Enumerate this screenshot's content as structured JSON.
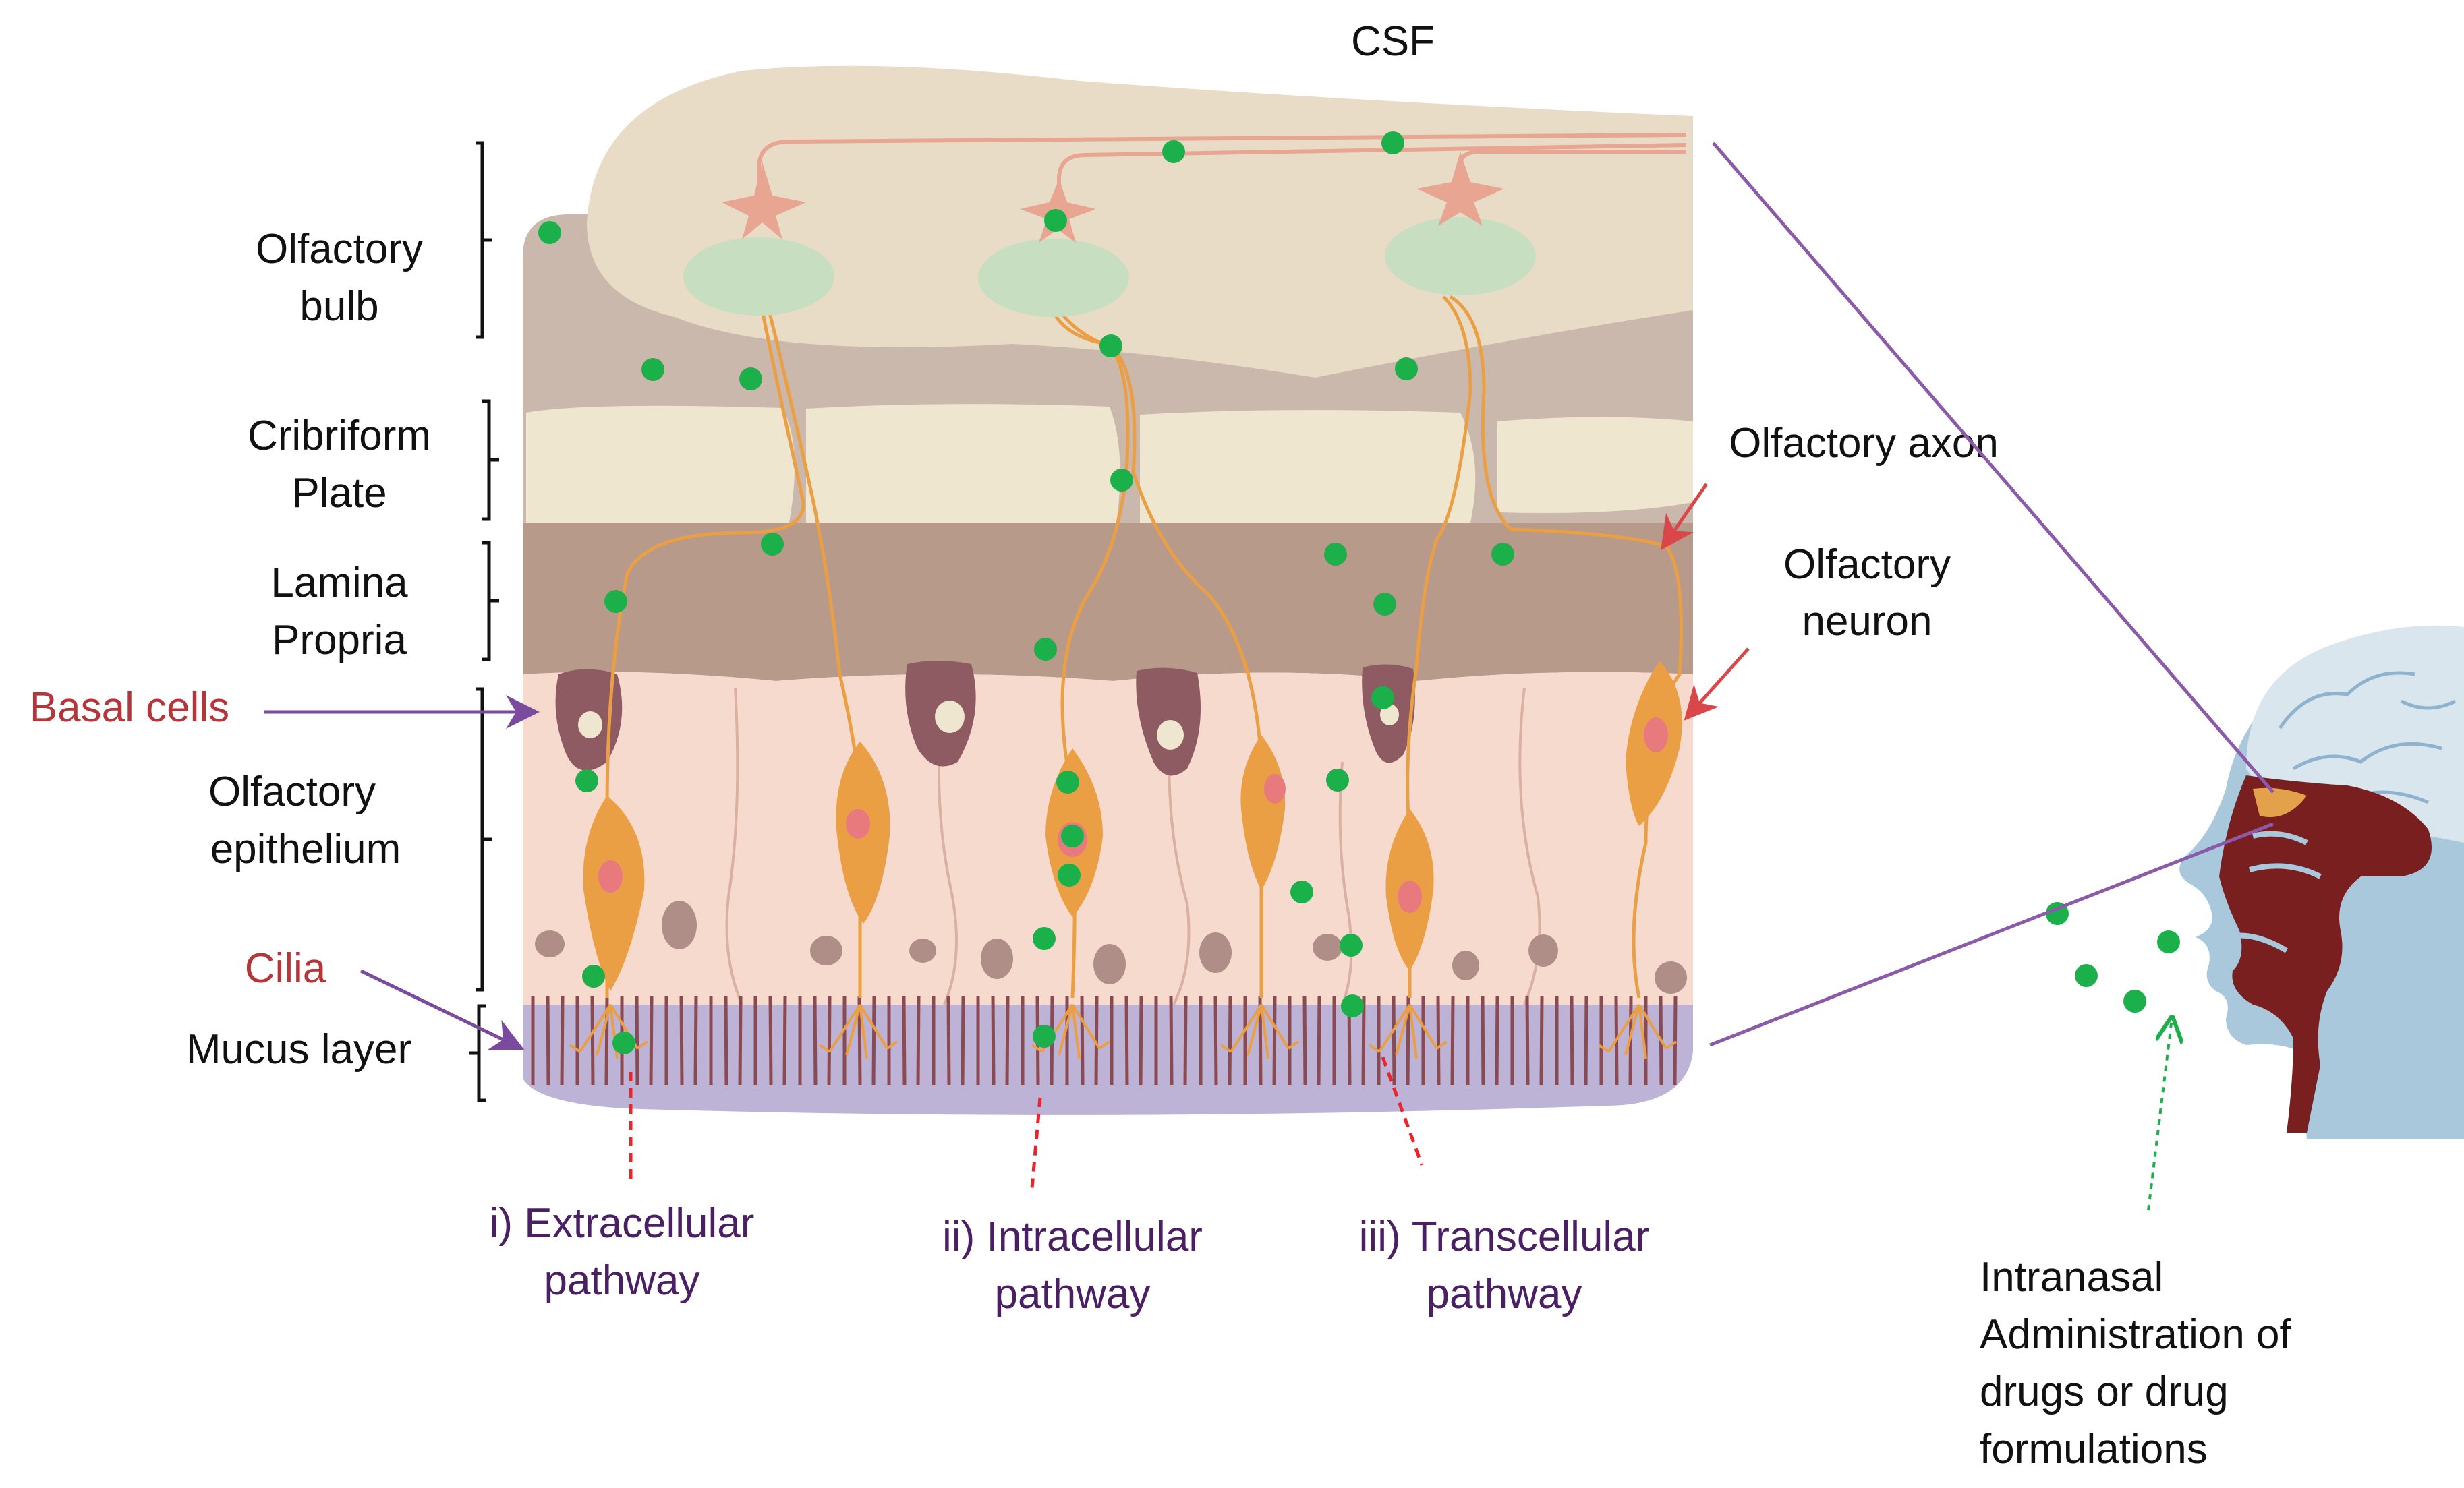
{
  "top_label": "CSF",
  "layers": [
    {
      "id": "olfactory-bulb",
      "lines": [
        "Olfactory",
        "bulb"
      ]
    },
    {
      "id": "cribriform-plate",
      "lines": [
        "Cribriform",
        "Plate"
      ]
    },
    {
      "id": "lamina-propria",
      "lines": [
        "Lamina",
        "Propria"
      ]
    },
    {
      "id": "olfactory-epithelium",
      "lines": [
        "Olfactory",
        "epithelium"
      ]
    },
    {
      "id": "mucus-layer",
      "lines": [
        "Mucus layer"
      ]
    }
  ],
  "red_labels": {
    "basal_cells": "Basal cells",
    "cilia": "Cilia"
  },
  "right_labels": {
    "olfactory_axon": "Olfactory axon",
    "olfactory_neuron": [
      "Olfactory",
      "neuron"
    ]
  },
  "pathways": [
    {
      "id": "extracellular",
      "lines": [
        "i) Extracellular",
        "pathway"
      ]
    },
    {
      "id": "intracellular",
      "lines": [
        "ii) Intracellular",
        "pathway"
      ]
    },
    {
      "id": "transcellular",
      "lines": [
        "iii) Transcellular",
        "pathway"
      ]
    }
  ],
  "administration": [
    "Intranasal",
    "Administration of",
    "drugs or drug",
    "formulations"
  ],
  "colors": {
    "bulb": "#e8dcc6",
    "bulb_shadow": "#c9b8ab",
    "plate": "#efe6cf",
    "lamina": "#b79a8a",
    "epithelium": "#f7dace",
    "mucus": "#bdb3d6",
    "neuron": "#eb9f45",
    "glomerulus": "#c7dfc0",
    "mitral": "#e8a592",
    "basal_cell": "#8e5b63",
    "drug": "#1bb04a",
    "arrow_purple": "#7a4a9c",
    "arrow_red": "#d9474a"
  }
}
